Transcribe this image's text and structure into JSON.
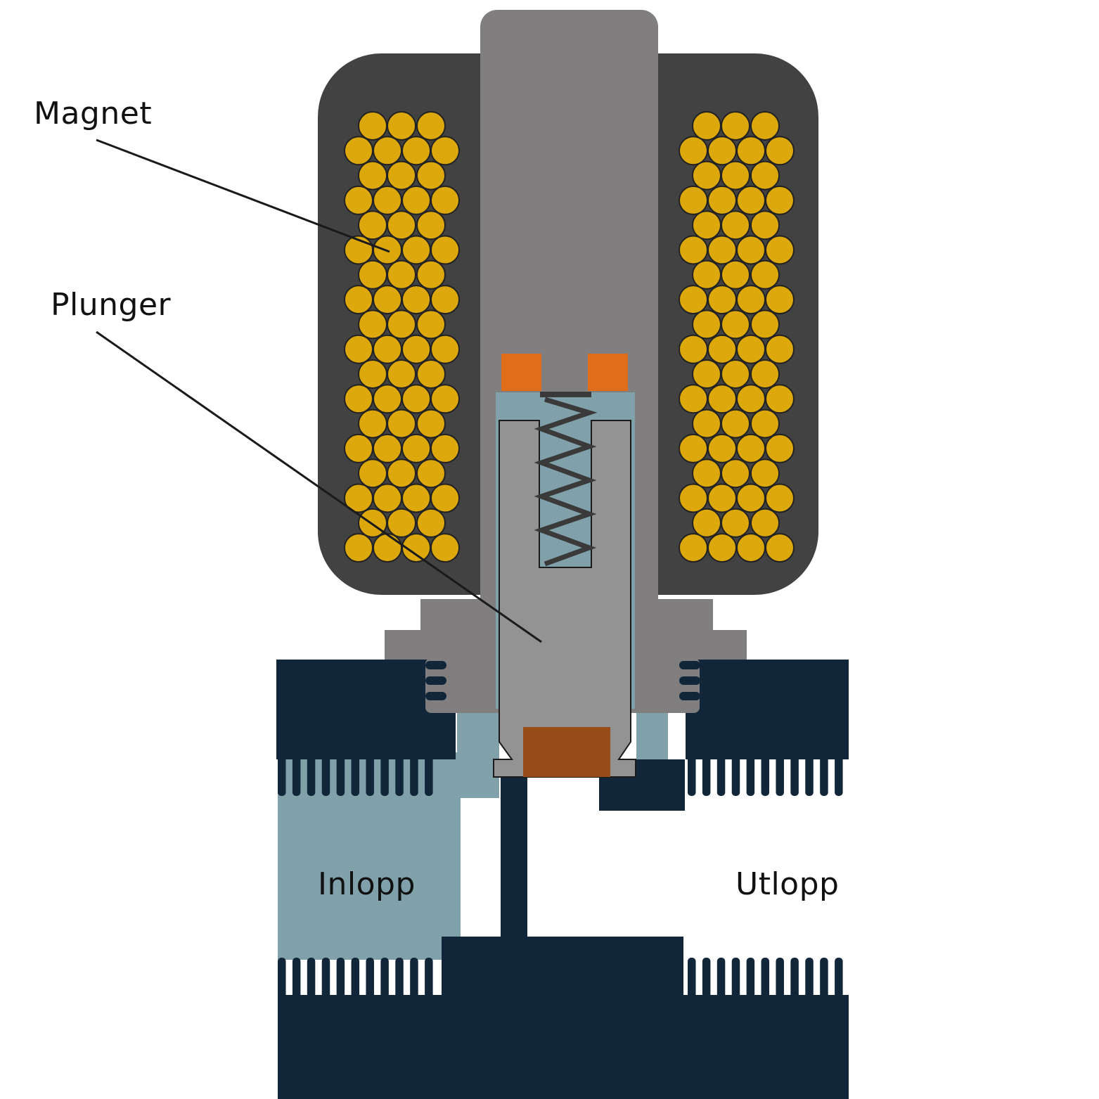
{
  "labels": {
    "magnet": "Magnet",
    "plunger": "Plunger",
    "inlet": "Inlopp",
    "outlet": "Utlopp"
  },
  "colors": {
    "coil_housing": "#424242",
    "coil_wire": "#dca80c",
    "core_tube": "#807e7e",
    "plunger": "#939393",
    "fluid": "#80a1aa",
    "valve_body": "#12263a",
    "shading_ring": "#e06d1a",
    "seal": "#984c18",
    "leader_line": "#1a1a1a"
  },
  "icons": {
    "spring": "zigzag-spring-icon"
  }
}
